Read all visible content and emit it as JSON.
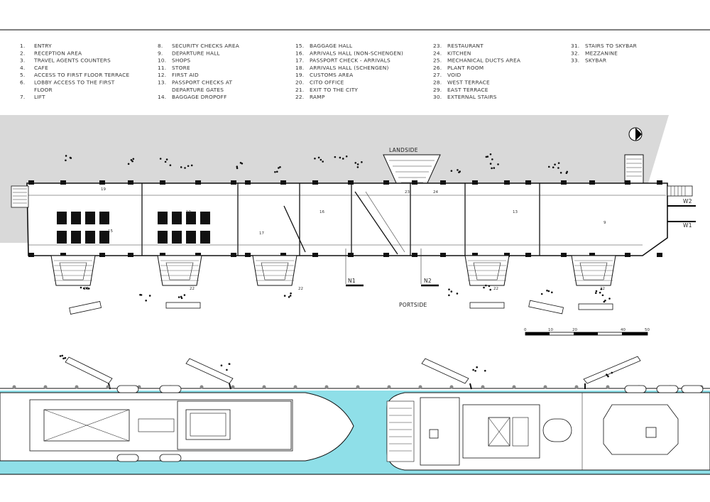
{
  "legend": {
    "columns": [
      [
        {
          "num": "1.",
          "text": "ENTRY"
        },
        {
          "num": "2.",
          "text": "RECEPTION AREA"
        },
        {
          "num": "3.",
          "text": "TRAVEL AGENTS COUNTERS"
        },
        {
          "num": "4.",
          "text": "CAFE"
        },
        {
          "num": "5.",
          "text": "ACCESS TO FIRST FLOOR TERRACE"
        },
        {
          "num": "6.",
          "text": "LOBBY ACCESS TO THE FIRST"
        },
        {
          "num": "",
          "text": "FLOOR"
        },
        {
          "num": "7.",
          "text": "LIFT"
        }
      ],
      [
        {
          "num": "8.",
          "text": "SECURITY CHECKS AREA"
        },
        {
          "num": "9.",
          "text": "DEPARTURE HALL"
        },
        {
          "num": "10.",
          "text": "SHOPS"
        },
        {
          "num": "11.",
          "text": "STORE"
        },
        {
          "num": "12.",
          "text": "FIRST AID"
        },
        {
          "num": "13.",
          "text": "PASSPORT CHECKS AT"
        },
        {
          "num": "",
          "text": "DEPARTURE GATES"
        },
        {
          "num": "14.",
          "text": "BAGGAGE DROPOFF"
        }
      ],
      [
        {
          "num": "15.",
          "text": "BAGGAGE HALL"
        },
        {
          "num": "16.",
          "text": "ARRIVALS HALL (NON-SCHENGEN)"
        },
        {
          "num": "17.",
          "text": "PASSPORT CHECK - ARRIVALS"
        },
        {
          "num": "18.",
          "text": "ARRIVALS HALL (SCHENGEN)"
        },
        {
          "num": "19.",
          "text": "CUSTOMS AREA"
        },
        {
          "num": "20.",
          "text": "CITO OFFICE"
        },
        {
          "num": "21.",
          "text": "EXIT TO THE CITY"
        },
        {
          "num": "22.",
          "text": "RAMP"
        }
      ],
      [
        {
          "num": "23.",
          "text": "RESTAURANT"
        },
        {
          "num": "24.",
          "text": "KITCHEN"
        },
        {
          "num": "25.",
          "text": "MECHANICAL DUCTS AREA"
        },
        {
          "num": "26.",
          "text": "PLANT ROOM"
        },
        {
          "num": "27.",
          "text": "VOID"
        },
        {
          "num": "28.",
          "text": "WEST TERRACE"
        },
        {
          "num": "29.",
          "text": "EAST TERRACE"
        },
        {
          "num": "30.",
          "text": "EXTERNAL STAIRS"
        }
      ],
      [
        {
          "num": "31.",
          "text": "STAIRS TO SKYBAR"
        },
        {
          "num": "32.",
          "text": "MEZZANINE"
        },
        {
          "num": "33.",
          "text": "SKYBAR"
        }
      ]
    ]
  },
  "plan": {
    "landside_label": "LANDSIDE",
    "portside_label": "PORTSIDE",
    "section_marks": [
      "W2",
      "W1",
      "N1",
      "N2"
    ],
    "room_numbers": [
      "19",
      "10",
      "17",
      "16",
      "15",
      "13",
      "9",
      "22",
      "22",
      "22",
      "22",
      "22",
      "23",
      "24"
    ],
    "scale_ticks": [
      "0",
      "10",
      "20",
      "40",
      "50"
    ]
  },
  "colors": {
    "ground": "#d9d9d9",
    "water": "#8fdfe8",
    "lines": "#111111",
    "background": "#ffffff"
  },
  "icons": {
    "north_arrow": "north-arrow-icon"
  }
}
